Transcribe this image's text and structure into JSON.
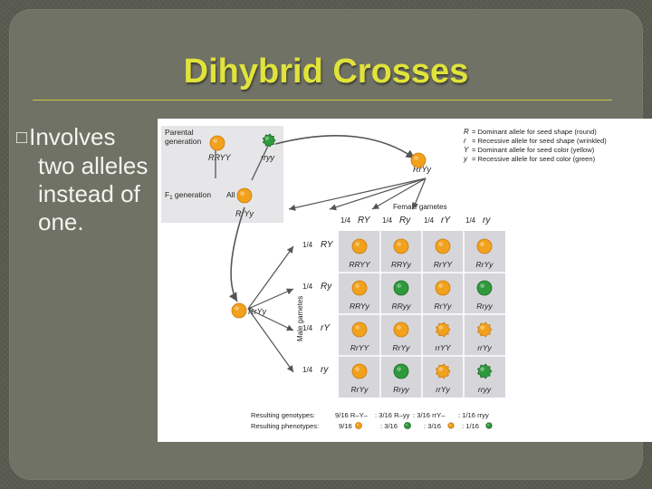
{
  "slide": {
    "title": "Dihybrid Crosses",
    "bullet_marker": "□",
    "bullet_first_word": "Involves",
    "bullet_rest": "two alleles instead of one."
  },
  "figure": {
    "parental": {
      "label_line1": "Parental",
      "label_line2": "generation",
      "left_genotype": "RRYY",
      "right_genotype": "rryy"
    },
    "f1": {
      "label": "F",
      "label_sub": "1",
      "label_tail": " generation",
      "all": "All",
      "genotype": "RrYy"
    },
    "legend": [
      {
        "symbol": "R",
        "text": "= Dominant allele for seed shape (round)"
      },
      {
        "symbol": "r",
        "text": "= Recessive allele for seed shape (wrinkled)"
      },
      {
        "symbol": "Y",
        "text": "= Dominant allele for seed color (yellow)"
      },
      {
        "symbol": "y",
        "text": "= Recessive allele for seed color (green)"
      }
    ],
    "female_parent": "RrYy",
    "male_parent": "RrYy",
    "female_gametes_label": "Female gametes",
    "male_gametes_label": "Male gametes",
    "gamete_fraction": "1/4",
    "female_gametes": [
      "RY",
      "Ry",
      "rY",
      "ry"
    ],
    "male_gametes": [
      "RY",
      "Ry",
      "rY",
      "ry"
    ],
    "grid": [
      [
        {
          "g": "RRYY",
          "p": "yr"
        },
        {
          "g": "RRYy",
          "p": "yr"
        },
        {
          "g": "RrYY",
          "p": "yr"
        },
        {
          "g": "RrYy",
          "p": "yr"
        }
      ],
      [
        {
          "g": "RRYy",
          "p": "yr"
        },
        {
          "g": "RRyy",
          "p": "gr"
        },
        {
          "g": "RrYy",
          "p": "yr"
        },
        {
          "g": "Rryy",
          "p": "gr"
        }
      ],
      [
        {
          "g": "RrYY",
          "p": "yr"
        },
        {
          "g": "RrYy",
          "p": "yr"
        },
        {
          "g": "rrYY",
          "p": "yw"
        },
        {
          "g": "rrYy",
          "p": "yw"
        }
      ],
      [
        {
          "g": "RrYy",
          "p": "yr"
        },
        {
          "g": "Rryy",
          "p": "gr"
        },
        {
          "g": "rrYy",
          "p": "yw"
        },
        {
          "g": "rryy",
          "p": "gw"
        }
      ]
    ],
    "genotypes_result": {
      "label": "Resulting genotypes:",
      "parts": [
        "9/16 R–Y–",
        ": 3/16 R–yy",
        ": 3/16 rrY–",
        ": 1/16 rryy"
      ]
    },
    "phenotypes_result": {
      "label": "Resulting phenotypes:",
      "parts": [
        {
          "frac": "9/16",
          "p": "yr"
        },
        {
          "frac": "3/16",
          "p": "gr"
        },
        {
          "frac": "3/16",
          "p": "yw"
        },
        {
          "frac": "1/16",
          "p": "gw"
        }
      ]
    },
    "colors": {
      "yellow": "#f2a11c",
      "yellow_dark": "#c97a0c",
      "green": "#2e9a3c",
      "green_dark": "#1d6b28",
      "grid_bg": "#d6d6da",
      "panel_bg": "#e6e6e8",
      "arrow": "#555555"
    }
  }
}
